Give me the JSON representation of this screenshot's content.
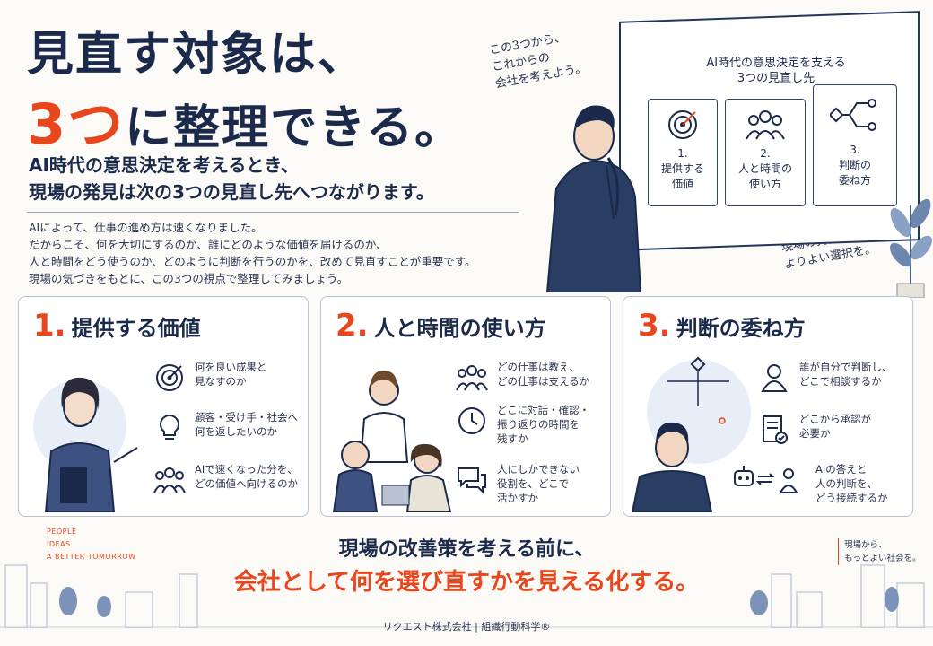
{
  "title": {
    "line1": "見直す対象は、",
    "line2_big": "3つ",
    "line2_rest": "に整理できる。"
  },
  "subtitle": {
    "line1": "AI時代の意思決定を考えるとき、",
    "line2": "現場の発見は次の3つの見直し先へつながります。"
  },
  "intro": [
    "AIによって、仕事の進め方は速くなりました。",
    "だからこそ、何を大切にするのか、誰にどのような価値を届けるのか、",
    "人と時間をどう使うのか、どのように判断を行うのかを、改めて見直すことが重要です。",
    "現場の気づきをもとに、この3つの視点で整理してみましょう。"
  ],
  "handwriting": {
    "top": [
      "この3つから、",
      "これからの",
      "会社を考えよう。"
    ],
    "bottom": [
      "現場の発見から、",
      "よりよい選択を。"
    ]
  },
  "board": {
    "title": [
      "AI時代の意思決定を支える",
      "3つの見直し先"
    ],
    "cards": [
      {
        "icon": "target-icon",
        "lines": [
          "1.",
          "提供する",
          "価値"
        ]
      },
      {
        "icon": "people-icon",
        "lines": [
          "2.",
          "人と時間の",
          "使い方"
        ]
      },
      {
        "icon": "flow-icon",
        "lines": [
          "3.",
          "判断の",
          "委ね方"
        ]
      }
    ]
  },
  "cards": [
    {
      "num": "1.",
      "title": "提供する価値",
      "rows": [
        {
          "icon": "target-icon",
          "lines": [
            "何を良い成果と",
            "見なすのか"
          ]
        },
        {
          "icon": "lightbulb-icon",
          "lines": [
            "顧客・受け手・社会へ",
            "何を返したいのか"
          ]
        },
        {
          "icon": "people-icon",
          "lines": [
            "AIで速くなった分を、",
            "どの価値へ向けるのか"
          ]
        }
      ]
    },
    {
      "num": "2.",
      "title": "人と時間の使い方",
      "rows": [
        {
          "icon": "people-icon",
          "lines": [
            "どの仕事は教え、",
            "どの仕事は支えるか"
          ]
        },
        {
          "icon": "clock-icon",
          "lines": [
            "どこに対話・確認・",
            "振り返りの時間を",
            "残すか"
          ]
        },
        {
          "icon": "chat-icon",
          "lines": [
            "人にしかできない",
            "役割を、どこで",
            "活かすか"
          ]
        }
      ]
    },
    {
      "num": "3.",
      "title": "判断の委ね方",
      "rows": [
        {
          "icon": "person-icon",
          "lines": [
            "誰が自分で判断し、",
            "どこで相談するか"
          ]
        },
        {
          "icon": "document-check-icon",
          "lines": [
            "どこから承認が",
            "必要か"
          ]
        },
        {
          "icon": "robot-person-icon",
          "lines": [
            "AIの答えと",
            "人の判断を、",
            "どう接続するか"
          ]
        }
      ]
    }
  ],
  "footer_left": [
    "PEOPLE",
    "IDEAS",
    "A BETTER TOMORROW"
  ],
  "bottom": {
    "line1": "現場の改善策を考える前に、",
    "line2": "会社として何を選び直すかを見える化する。"
  },
  "footer_right": [
    "現場から、",
    "もっとよい社会を。"
  ],
  "company": "リクエスト株式会社 | 組織行動科学®",
  "colors": {
    "navy": "#1b2a4a",
    "accent": "#e8471e"
  }
}
